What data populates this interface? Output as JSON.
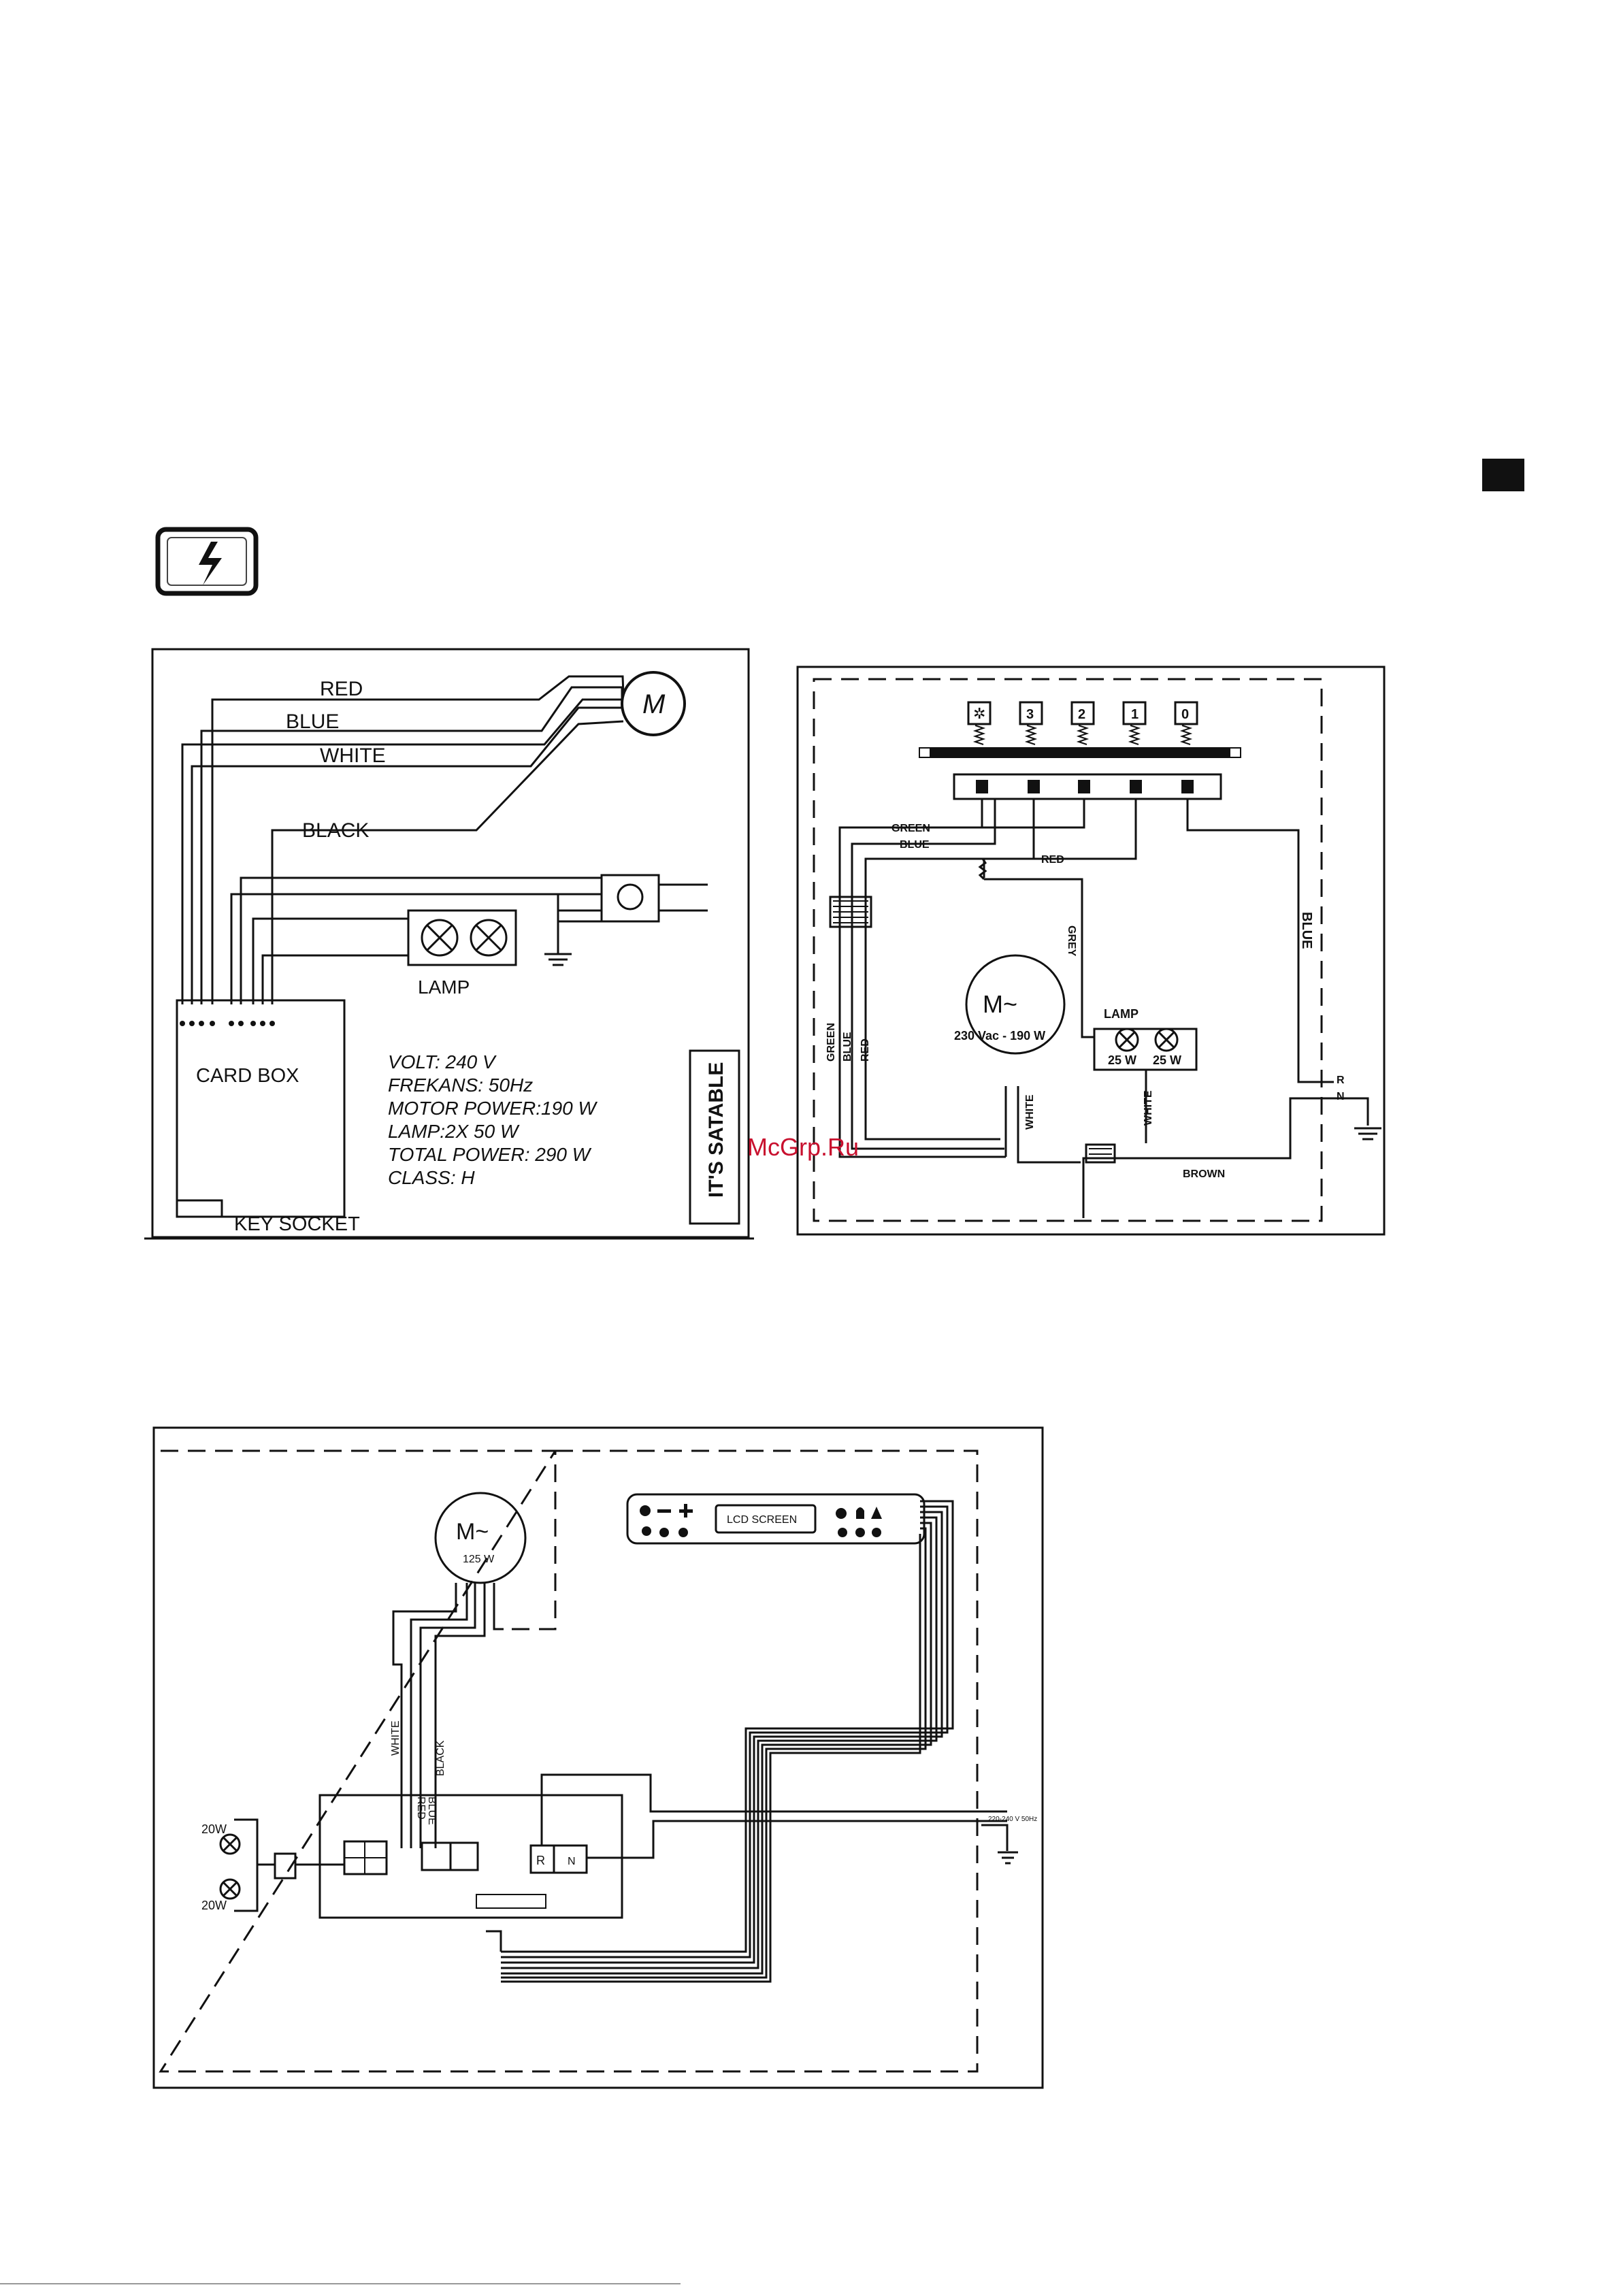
{
  "page": {
    "watermark": "McGrp.Ru",
    "icon": "lightning-warning-icon"
  },
  "diagram1": {
    "wire_red": "RED",
    "wire_blue": "BLUE",
    "wire_white": "WHITE",
    "wire_black": "BLACK",
    "motor": "M",
    "lamp": "LAMP",
    "card_box": "CARD BOX",
    "key_socket": "KEY SOCKET",
    "spec_volt": "VOLT: 240 V",
    "spec_frekans": "FREKANS: 50Hz",
    "spec_motor": "MOTOR POWER:190 W",
    "spec_lamp": "LAMP:2X 50 W",
    "spec_total": "TOTAL POWER: 290 W",
    "spec_class": "CLASS: H",
    "side_label": "IT'S SATABLE"
  },
  "diagram2": {
    "buttons": [
      "3",
      "2",
      "1",
      "0"
    ],
    "wire_green": "GREEN",
    "wire_blue": "BLUE",
    "wire_red": "RED",
    "wire_grey": "GREY",
    "wire_blue_right": "BLUE",
    "motor": "M~",
    "motor_rating": "230 Vac - 190 W",
    "lamp": "LAMP",
    "lamp1": "25 W",
    "lamp2": "25 W",
    "wire_white_1": "WHITE",
    "wire_white_2": "WHITE",
    "wire_brown": "BROWN",
    "term_r": "R",
    "term_n": "N",
    "vert_green": "GREEN",
    "vert_blue": "BLUE",
    "vert_red": "RED"
  },
  "diagram3": {
    "motor": "M~",
    "motor_rating": "125 W",
    "lcd": "LCD SCREEN",
    "wire_white": "WHITE",
    "wire_red": "RED",
    "wire_blue": "BLUE",
    "wire_black": "BLACK",
    "lamp_top": "20W",
    "lamp_bottom": "20W",
    "relay_r": "R",
    "relay_n": "N",
    "supply": "220-240 V 50Hz"
  }
}
